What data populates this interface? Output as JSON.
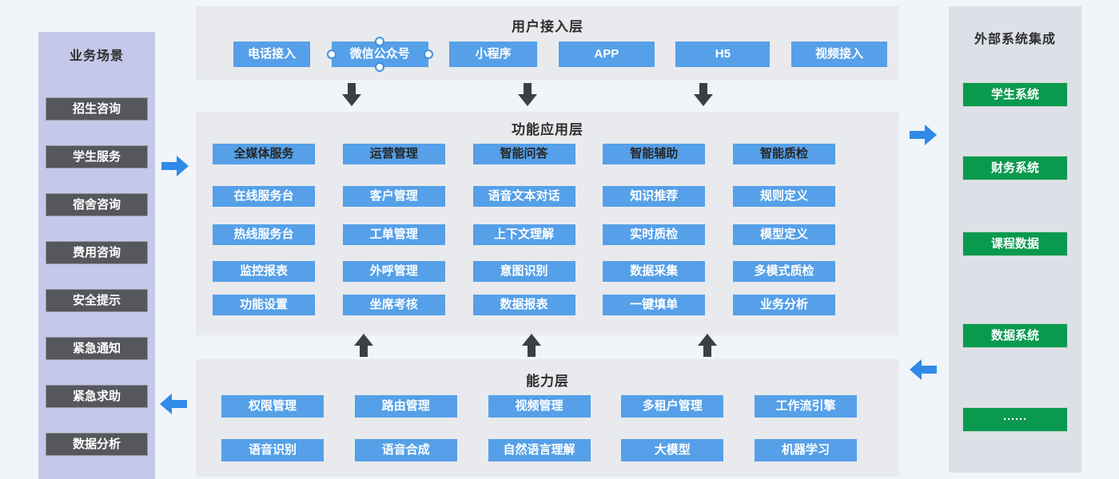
{
  "colors": {
    "page_bg": "#f1f4f8",
    "panel_bg": "#e8eaed",
    "external_panel_bg": "#dde1e7",
    "sidebar_bg": "#c4c8ea",
    "dark_item": "#55575c",
    "blue_button": "#55a0e8",
    "green_button": "#0a9a4f",
    "black_arrow": "#3c4046",
    "blue_arrow": "#2f8ae8"
  },
  "sidebar": {
    "title": "业务场景",
    "items": [
      "招生咨询",
      "学生服务",
      "宿舍咨询",
      "费用咨询",
      "安全提示",
      "紧急通知",
      "紧急求助",
      "数据分析"
    ]
  },
  "access_layer": {
    "title": "用户接入层",
    "items": [
      {
        "label": "电话接入",
        "selected": false
      },
      {
        "label": "微信公众号",
        "selected": true
      },
      {
        "label": "小程序",
        "selected": false
      },
      {
        "label": "APP",
        "selected": false
      },
      {
        "label": "H5",
        "selected": false
      },
      {
        "label": "视频接入",
        "selected": false
      }
    ]
  },
  "function_layer": {
    "title": "功能应用层",
    "columns": [
      {
        "header": "全媒体服务",
        "items": [
          "在线服务台",
          "热线服务台",
          "监控报表",
          "功能设置"
        ]
      },
      {
        "header": "运营管理",
        "items": [
          "客户管理",
          "工单管理",
          "外呼管理",
          "坐席考核"
        ]
      },
      {
        "header": "智能问答",
        "items": [
          "语音文本对话",
          "上下文理解",
          "意图识别",
          "数据报表"
        ]
      },
      {
        "header": "智能辅助",
        "items": [
          "知识推荐",
          "实时质检",
          "数据采集",
          "一键填单"
        ]
      },
      {
        "header": "智能质检",
        "items": [
          "规则定义",
          "模型定义",
          "多模式质检",
          "业务分析"
        ]
      }
    ]
  },
  "capability_layer": {
    "title": "能力层",
    "rows": [
      [
        "权限管理",
        "路由管理",
        "视频管理",
        "多租户管理",
        "工作流引擎"
      ],
      [
        "语音识别",
        "语音合成",
        "自然语言理解",
        "大模型",
        "机器学习"
      ]
    ]
  },
  "external_panel": {
    "title": "外部系统集成",
    "items": [
      "学生系统",
      "财务系统",
      "课程数据",
      "数据系统",
      "······"
    ]
  }
}
